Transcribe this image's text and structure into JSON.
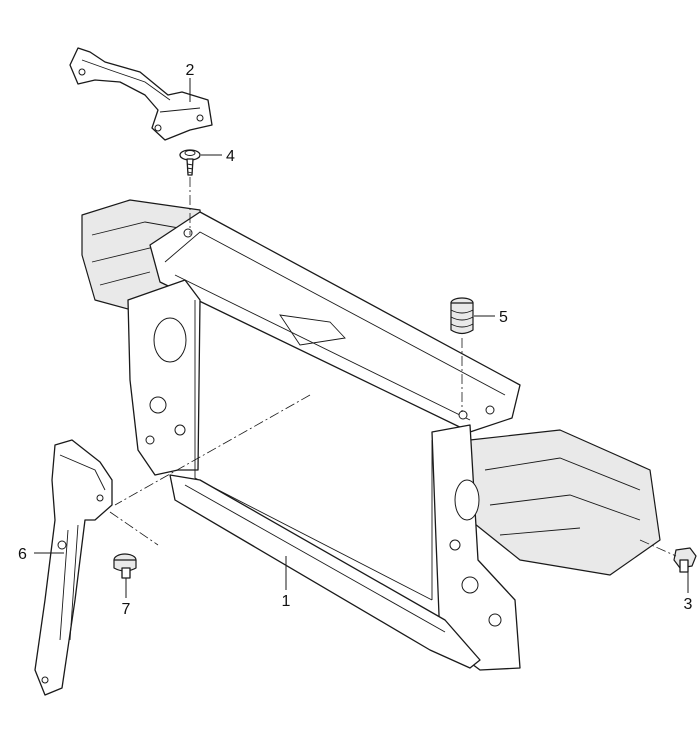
{
  "callouts": {
    "c1": "1",
    "c2": "2",
    "c3": "3",
    "c4": "4",
    "c5": "5",
    "c6": "6",
    "c7": "7"
  },
  "colors": {
    "line": "#1a1a1a",
    "background": "#ffffff",
    "shade": "#e9e9e9"
  }
}
